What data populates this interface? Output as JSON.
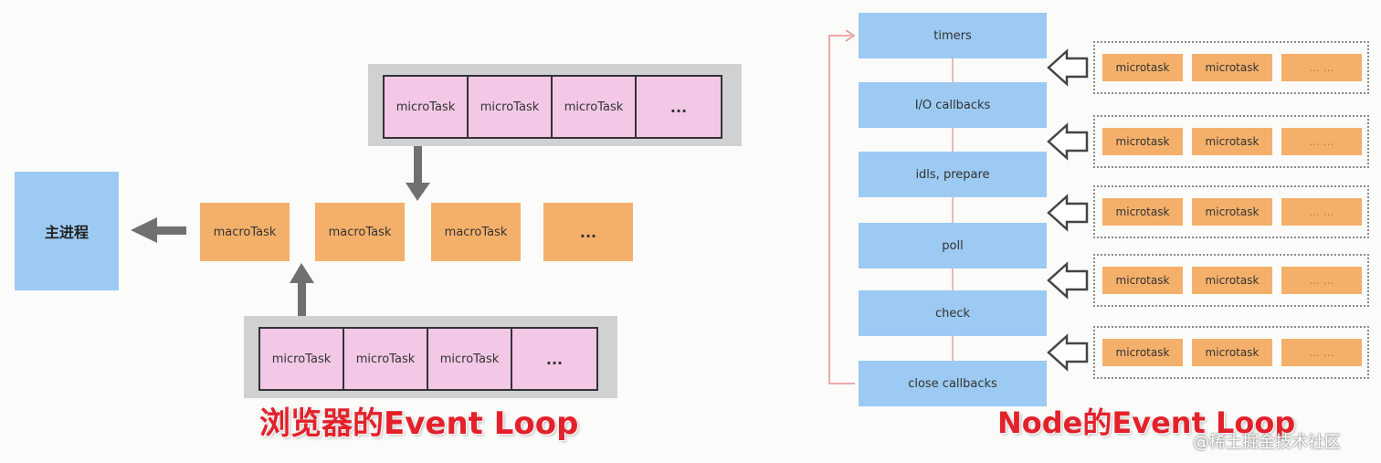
{
  "browser": {
    "main_process": "主进程",
    "macro_tasks": [
      "macroTask",
      "macroTask",
      "macroTask",
      "..."
    ],
    "top_queue": [
      "microTask",
      "microTask",
      "microTask",
      "..."
    ],
    "bottom_queue": [
      "microTask",
      "microTask",
      "microTask",
      "..."
    ],
    "title": "浏览器的Event Loop"
  },
  "node": {
    "phases": [
      "timers",
      "I/O callbacks",
      "idls, prepare",
      "poll",
      "check",
      "close callbacks"
    ],
    "micro_rows": [
      [
        "microtask",
        "microtask",
        "... ..."
      ],
      [
        "microtask",
        "microtask",
        "... ..."
      ],
      [
        "microtask",
        "microtask",
        "... ..."
      ],
      [
        "microtask",
        "microtask",
        "... ..."
      ],
      [
        "microtask",
        "microtask",
        "... ..."
      ]
    ],
    "title": "Node的Event Loop"
  },
  "watermark": "@稀土掘金技术社区",
  "colors": {
    "blue": "#9ccaf2",
    "orange": "#f4b06a",
    "pink": "#f2c8e6",
    "gray_frame": "#cfd1d2",
    "title_red": "#e3212b",
    "loop_arrow": "#e88f8f"
  }
}
